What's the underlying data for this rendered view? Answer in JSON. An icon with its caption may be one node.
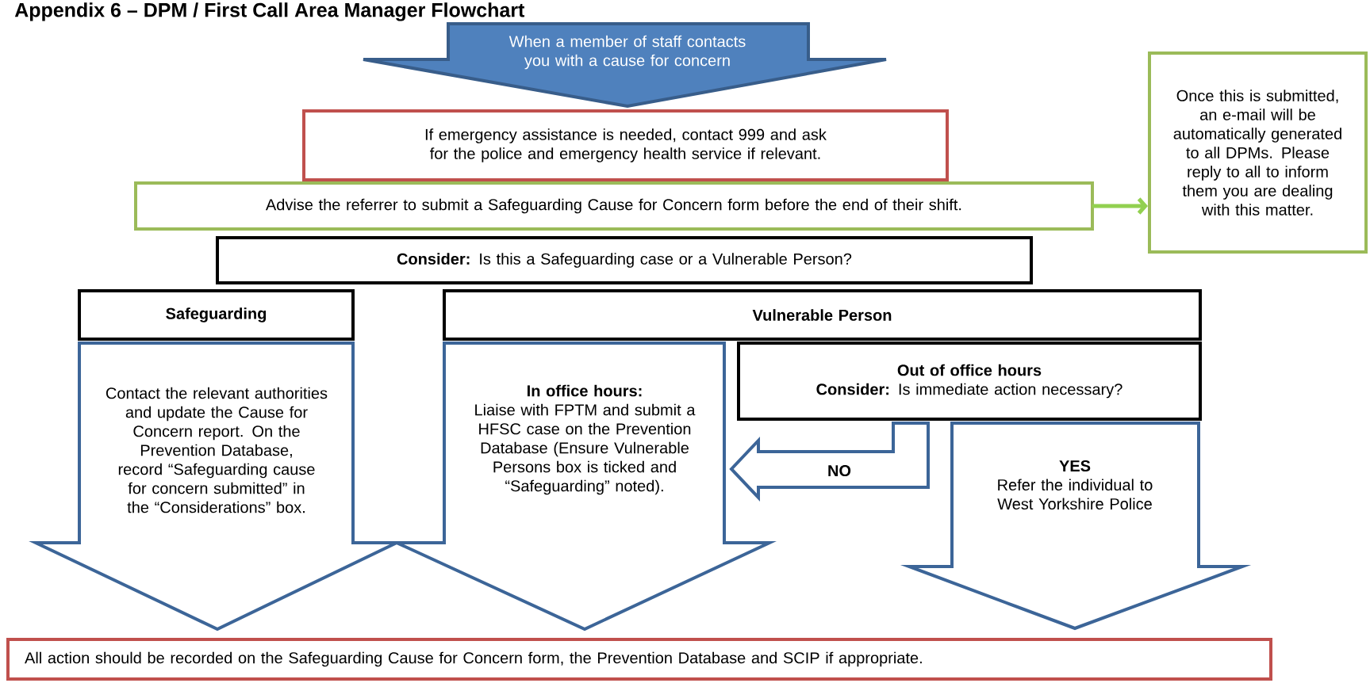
{
  "diagram": {
    "title": "Appendix 6 – DPM / First Call Area Manager Flowchart",
    "nodes": [
      {
        "text": [
          "When a member of staff contacts you with a cause for concern"
        ]
      },
      {
        "text": [
          "If emergency assistance is needed, contact 999 and ask for the police and emergency health service if relevant."
        ]
      },
      {
        "text": [
          "Advise the referrer to submit a Safeguarding Cause for Concern form before the end of their shift."
        ]
      },
      {
        "text": [
          "Once this is submitted, an e-mail will be automatically generated to all DPMs. Please reply to all to inform them you are dealing with this matter."
        ]
      },
      {
        "text": [
          "**Consider:** Is this a Safeguarding case or a Vulnerable Person?"
        ]
      },
      {
        "text": [
          "Safeguarding"
        ]
      },
      {
        "text": [
          "Contact the relevant authorities and update the Cause for Concern report. On the Prevention Database, record “Safeguarding cause for concern submitted” in the “Considerations” box."
        ]
      },
      {
        "text": [
          "Vulnerable Person"
        ]
      },
      {
        "text": [
          "In office hours:",
          "Liaise with FPTM and submit a HFSC case on the Prevention Database (Ensure Vulnerable Persons box is ticked and “Safeguarding” noted)."
        ]
      },
      {
        "text": [
          "Out of office hours",
          "**Consider:** Is immediate action necessary?"
        ]
      },
      {
        "text": [
          "NO"
        ]
      },
      {
        "text": [
          "YES",
          "Refer the individual to West Yorkshire Police"
        ]
      },
      {
        "text": [
          "All action should be recorded on the Safeguarding  Cause for Concern form, the Prevention Database and SCIP if appropriate."
        ]
      }
    ],
    "edges": [
      {
        "from": 2,
        "to": 3,
        "arrow": "to"
      }
    ]
  }
}
